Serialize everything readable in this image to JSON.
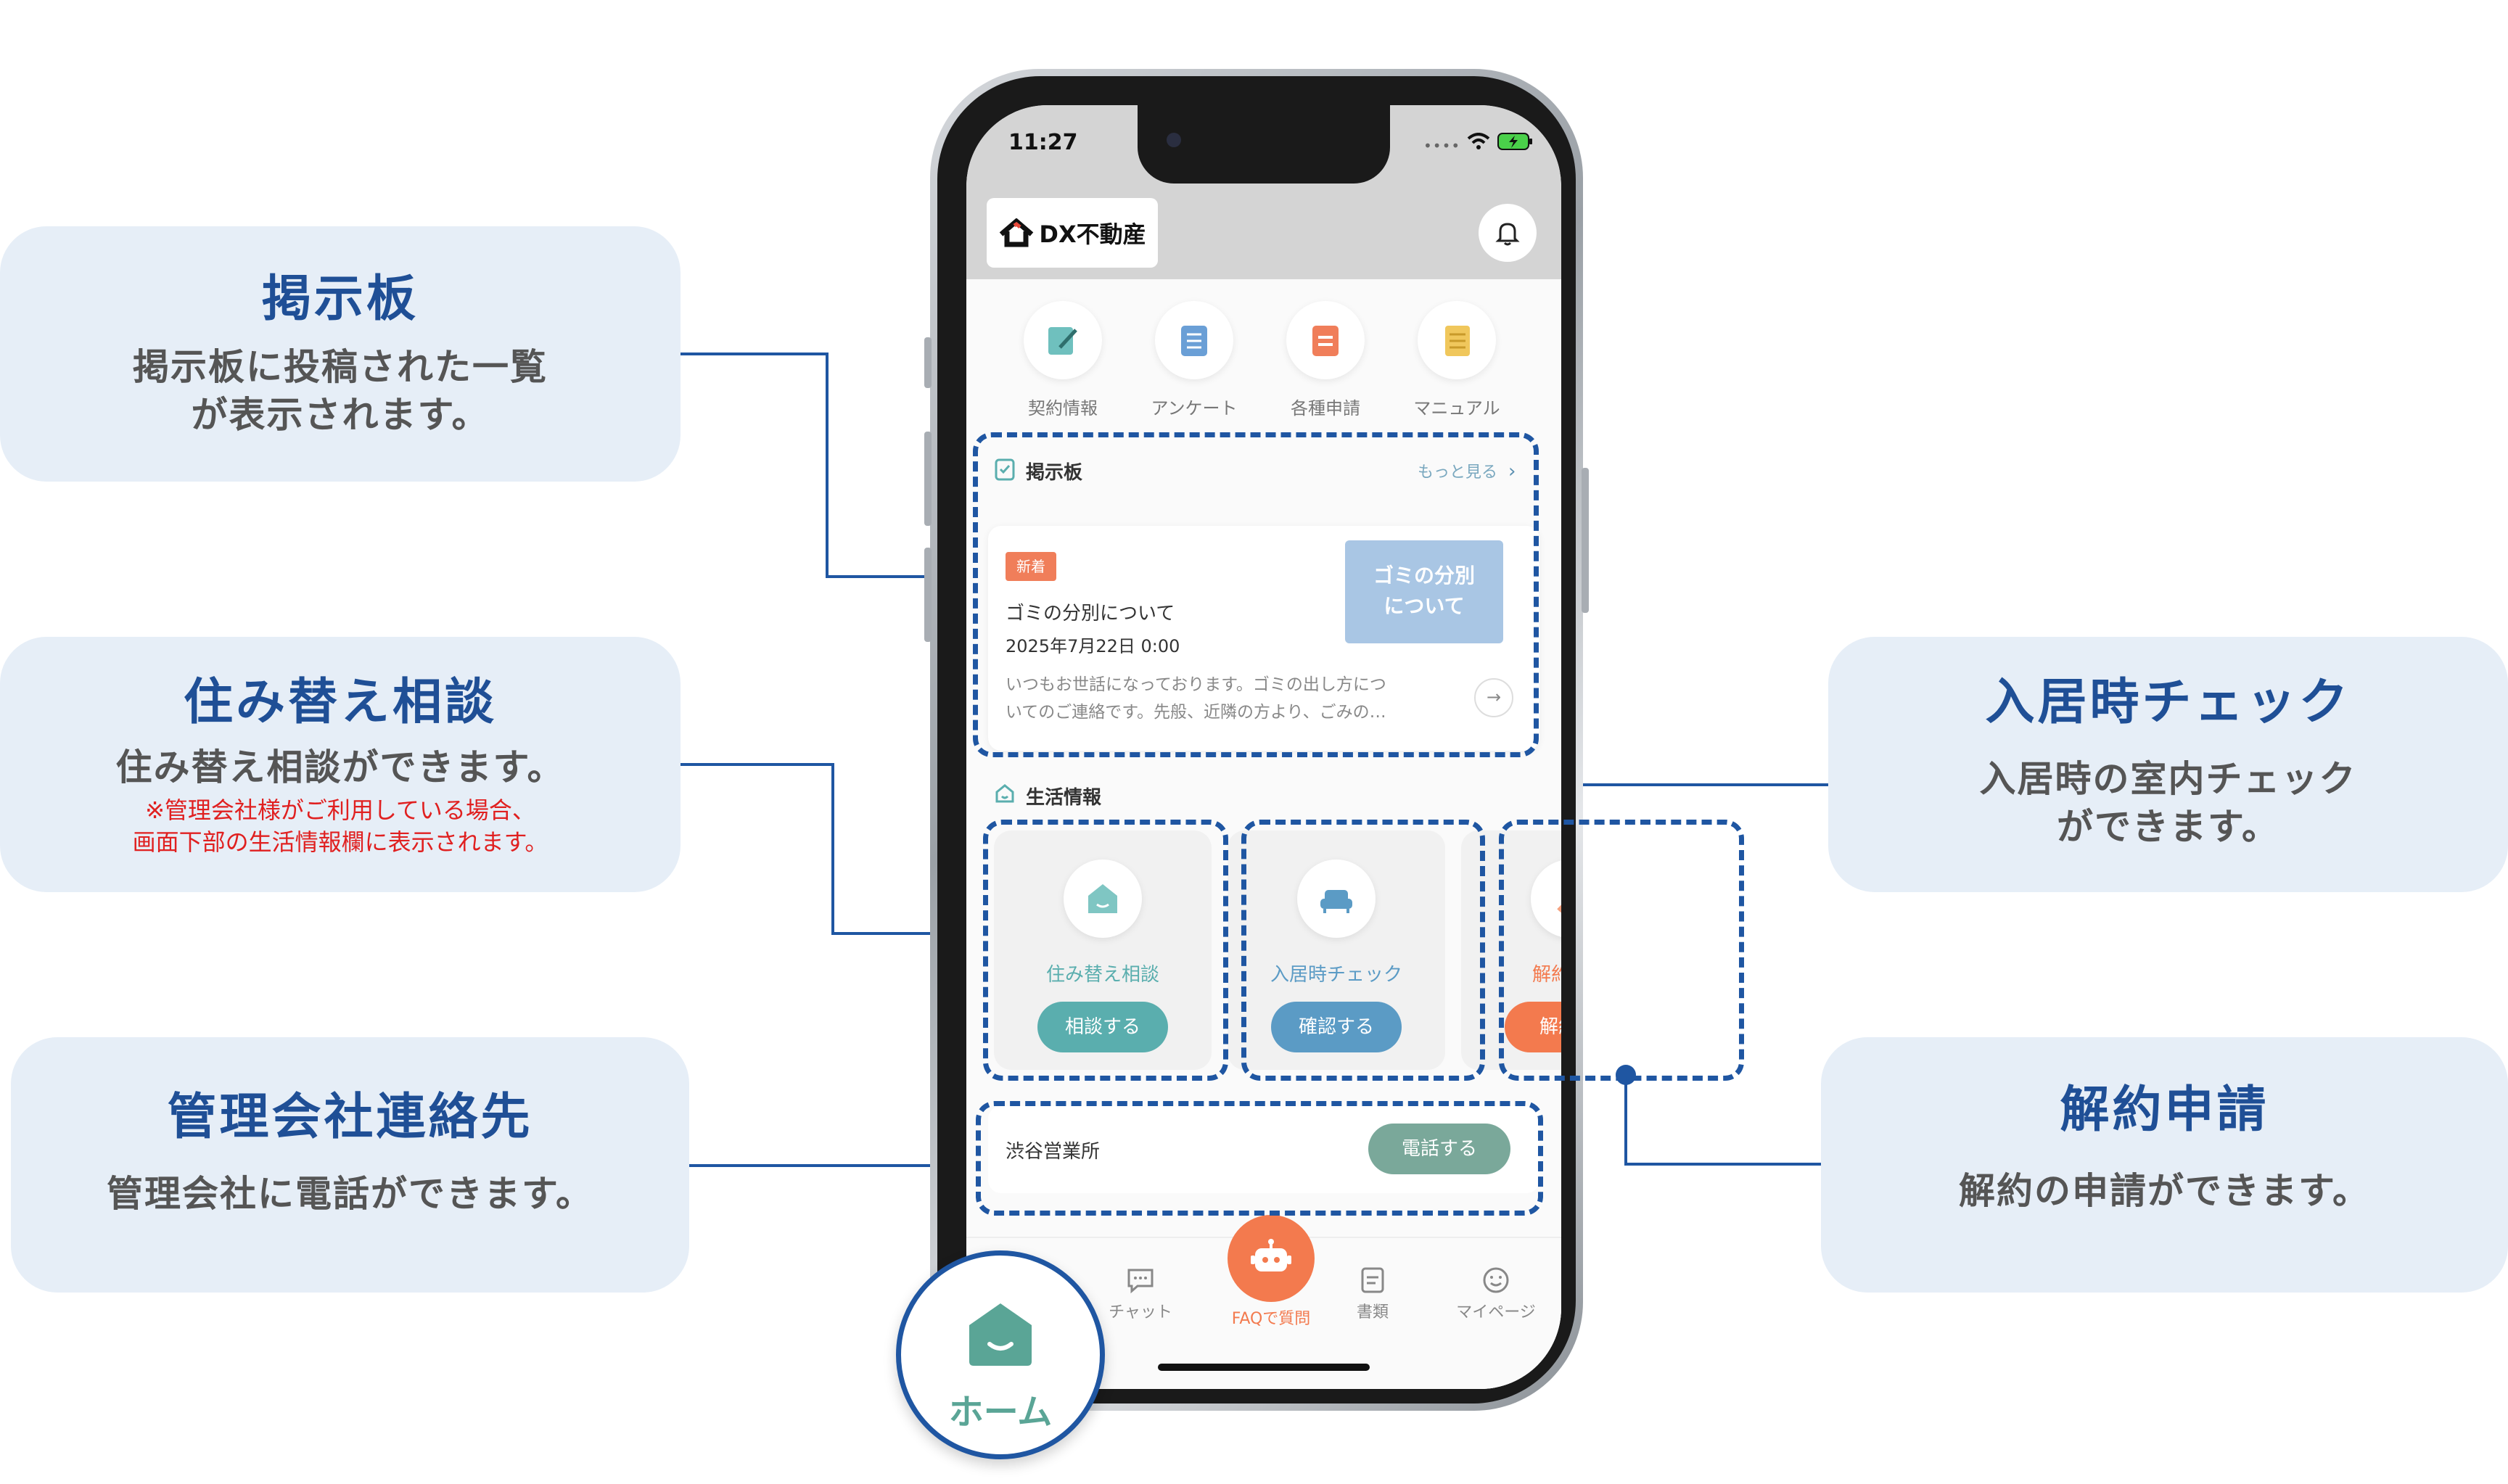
{
  "callouts": {
    "bulletin": {
      "title": "掲示板",
      "desc1": "掲示板に投稿された一覧",
      "desc2": "が表示されます。"
    },
    "relocation": {
      "title": "住み替え相談",
      "desc1": "住み替え相談ができます。",
      "note1": "※管理会社様がご利用している場合、",
      "note2": "画面下部の生活情報欄に表示されます。"
    },
    "company": {
      "title": "管理会社連絡先",
      "desc1": "管理会社に電話ができます。"
    },
    "movein": {
      "title": "入居時チェック",
      "desc1": "入居時の室内チェック",
      "desc2": "ができます。"
    },
    "cancel": {
      "title": "解約申請",
      "desc1": "解約の申請ができます。"
    }
  },
  "status_bar": {
    "time": "11:27"
  },
  "header": {
    "logo_text": "DX不動産"
  },
  "quick_menu": [
    {
      "label": "契約情報",
      "icon": "contract-icon"
    },
    {
      "label": "アンケート",
      "icon": "survey-icon"
    },
    {
      "label": "各種申請",
      "icon": "application-icon"
    },
    {
      "label": "マニュアル",
      "icon": "manual-icon"
    }
  ],
  "bulletin": {
    "heading": "掲示板",
    "more_label": "もっと見る",
    "post": {
      "badge": "新着",
      "title": "ゴミの分別について",
      "date": "2025年7月22日 0:00",
      "excerpt1": "いつもお世話になっております。ゴミの出し方につ",
      "excerpt2": "いてのご連絡です。先般、近隣の方より、ごみの…",
      "thumb1": "ゴミの分別",
      "thumb2": "について"
    }
  },
  "life_info": {
    "heading": "生活情報",
    "cards": [
      {
        "label": "住み替え相談",
        "button": "相談する",
        "icon": "house-icon",
        "accent": "#5aaeae"
      },
      {
        "label": "入居時チェック",
        "button": "確認する",
        "icon": "sofa-icon",
        "accent": "#5b9bc5"
      },
      {
        "label": "解約申請",
        "button": "解約する",
        "icon": "key-icon",
        "accent": "#f37a4e"
      }
    ]
  },
  "office": {
    "name": "渋谷営業所",
    "call_button": "電話する"
  },
  "tabbar": {
    "home": "ホーム",
    "chat": "チャット",
    "faq": "FAQで質問",
    "docs": "書類",
    "mypage": "マイページ"
  },
  "colors": {
    "primary_blue": "#1f56a2",
    "teal": "#5aaeae",
    "orange": "#f37a4e",
    "callout_bg": "#e6eef7"
  }
}
